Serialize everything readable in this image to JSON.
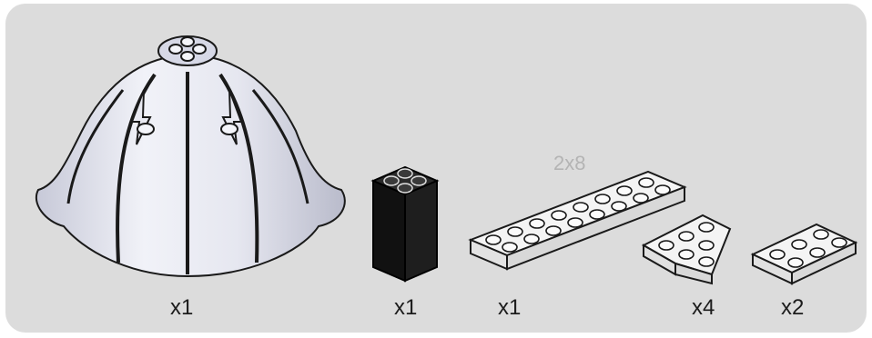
{
  "parts": [
    {
      "name": "dome",
      "quantity": "x1",
      "color": "#e8e9f3"
    },
    {
      "name": "brick-2x2x3",
      "quantity": "x1",
      "color": "#111111"
    },
    {
      "name": "plate-2x8",
      "quantity": "x1",
      "size_label": "2x8",
      "color": "#f2f2f2"
    },
    {
      "name": "wedge-plate",
      "quantity": "x4",
      "color": "#f2f2f2"
    },
    {
      "name": "plate-2x3",
      "quantity": "x2",
      "color": "#f2f2f2"
    }
  ],
  "panel_background": "#dcdcdc"
}
